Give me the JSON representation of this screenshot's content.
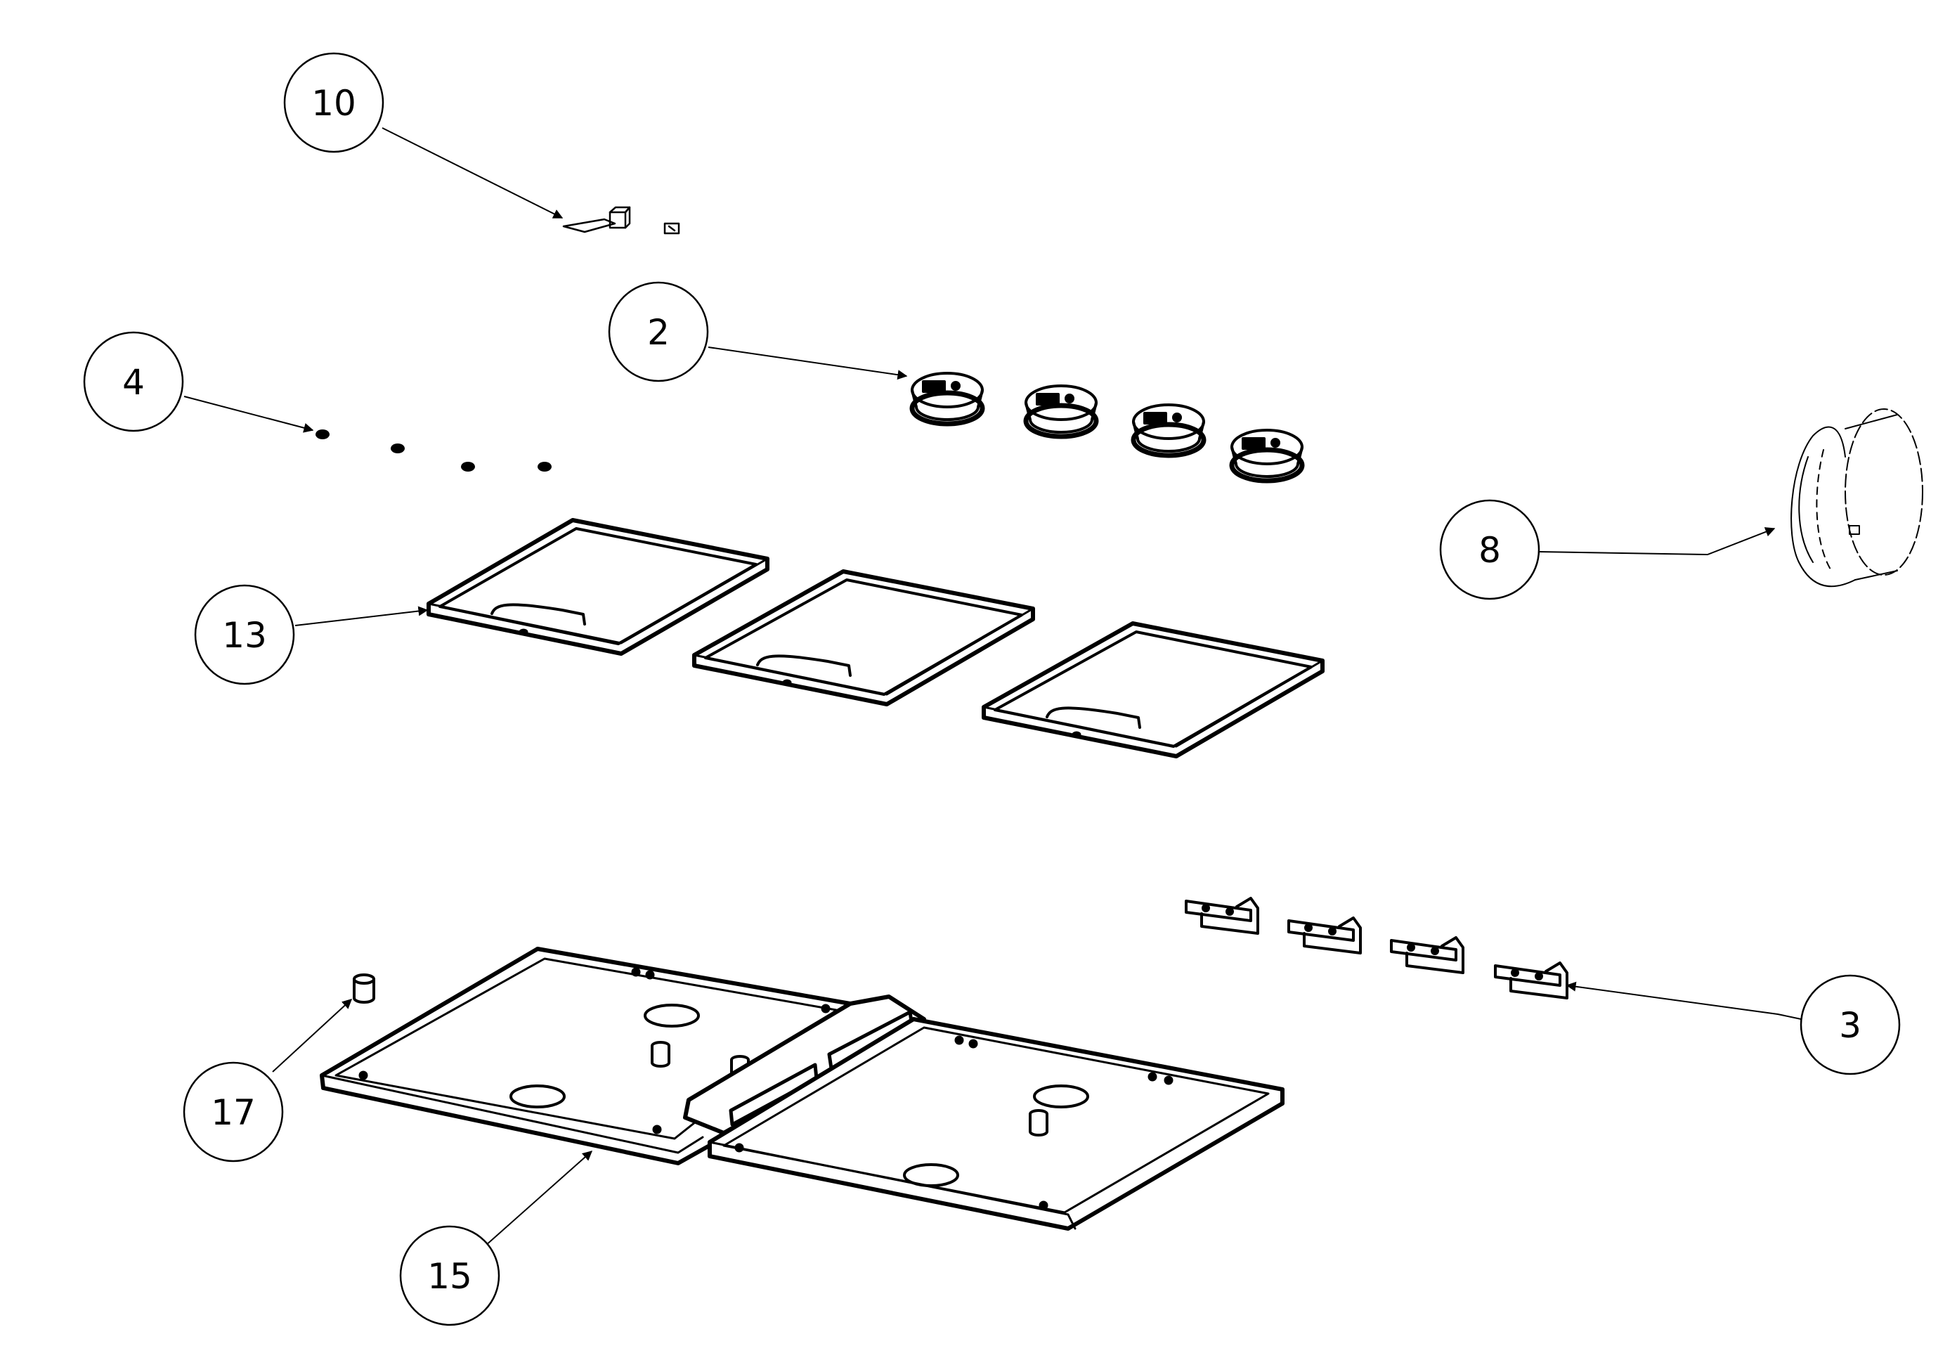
{
  "callouts": [
    {
      "id": "10",
      "label": "10"
    },
    {
      "id": "2",
      "label": "2"
    },
    {
      "id": "4",
      "label": "4"
    },
    {
      "id": "8",
      "label": "8"
    },
    {
      "id": "13",
      "label": "13"
    },
    {
      "id": "3",
      "label": "3"
    },
    {
      "id": "17",
      "label": "17"
    },
    {
      "id": "15",
      "label": "15"
    }
  ]
}
